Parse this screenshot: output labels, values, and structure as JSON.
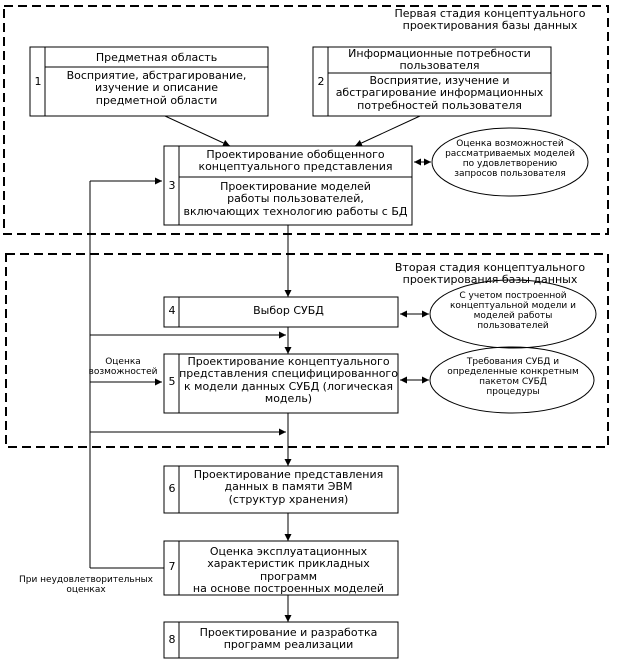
{
  "stages": {
    "first_title": "Первая стадия концептуального\nпроектирования базы данных",
    "second_title": "Вторая стадия концептуального\nпроектирования базы данных"
  },
  "blocks": [
    {
      "num": "1",
      "top": "Предметная область",
      "bottom": "Восприятие, абстрагирование,\nизучение и описание\nпредметной области"
    },
    {
      "num": "2",
      "top": "Информационные потребности\nпользователя",
      "bottom": "Восприятие, изучение и\nабстрагирование информационных\nпотребностей пользователя"
    },
    {
      "num": "3",
      "top": "Проектирование обобщенного\nконцептуального представления",
      "bottom": "Проектирование моделей\nработы пользователей,\nвключающих технологию работы с БД"
    },
    {
      "num": "4",
      "top": "Выбор СУБД"
    },
    {
      "num": "5",
      "top": "Проектирование концептуального\nпредставления специфицированного\nк модели данных СУБД (логическая\nмодель)"
    },
    {
      "num": "6",
      "top": "Проектирование представления\nданных в памяти ЭВМ\n(структур хранения)"
    },
    {
      "num": "7",
      "top": "Оценка эксплуатационных\nхарактеристик прикладных программ\nна основе построенных моделей"
    },
    {
      "num": "8",
      "top": "Проектирование и разработка\nпрограмм реализации"
    }
  ],
  "ellipses": [
    "Оценка возможностей\nрассматриваемых моделей\nпо удовлетворению\nзапросов пользователя",
    "С учетом построенной\nконцептуальной модели и\nмоделей работы\nпользователей",
    "Требования СУБД и\nопределенные конкретным\nпакетом СУБД\nпроцедуры"
  ],
  "labels": {
    "assessment": "Оценка\nвозможностей",
    "unsatisfactory": "При неудовлетворительных\nоценках"
  }
}
